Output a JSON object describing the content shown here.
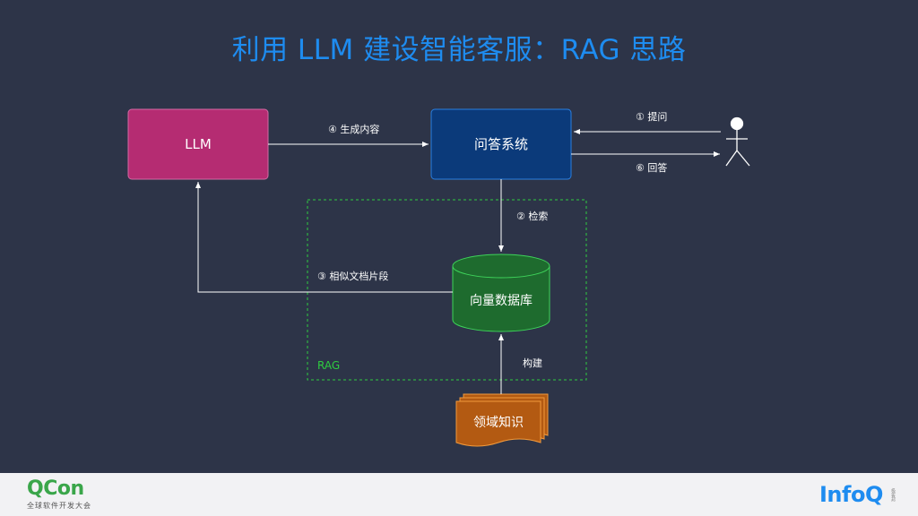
{
  "title": "利用 LLM 建设智能客服：RAG 思路",
  "nodes": {
    "llm": "LLM",
    "qa_system": "问答系统",
    "vector_db": "向量数据库",
    "domain_knowledge": "领域知识",
    "rag_group": "RAG"
  },
  "edges": {
    "ask": "① 提问",
    "answer": "⑥ 回答",
    "retrieve": "② 检索",
    "similar_docs": "③ 相似文档片段",
    "generate": "④ 生成内容",
    "build": "构建"
  },
  "footer": {
    "qcon_logo": "QCon",
    "qcon_subtitle": "全球软件开发大会",
    "infoq_logo": "InfoQ",
    "infoq_mark": "极客邦"
  },
  "colors": {
    "background": "#2d3448",
    "title": "#1e8cf0",
    "llm_box": "#b52c72",
    "qa_box": "#0b3a7a",
    "db": "#1e6b2e",
    "knowledge": "#b35a12",
    "rag_border": "#2ecc40"
  }
}
